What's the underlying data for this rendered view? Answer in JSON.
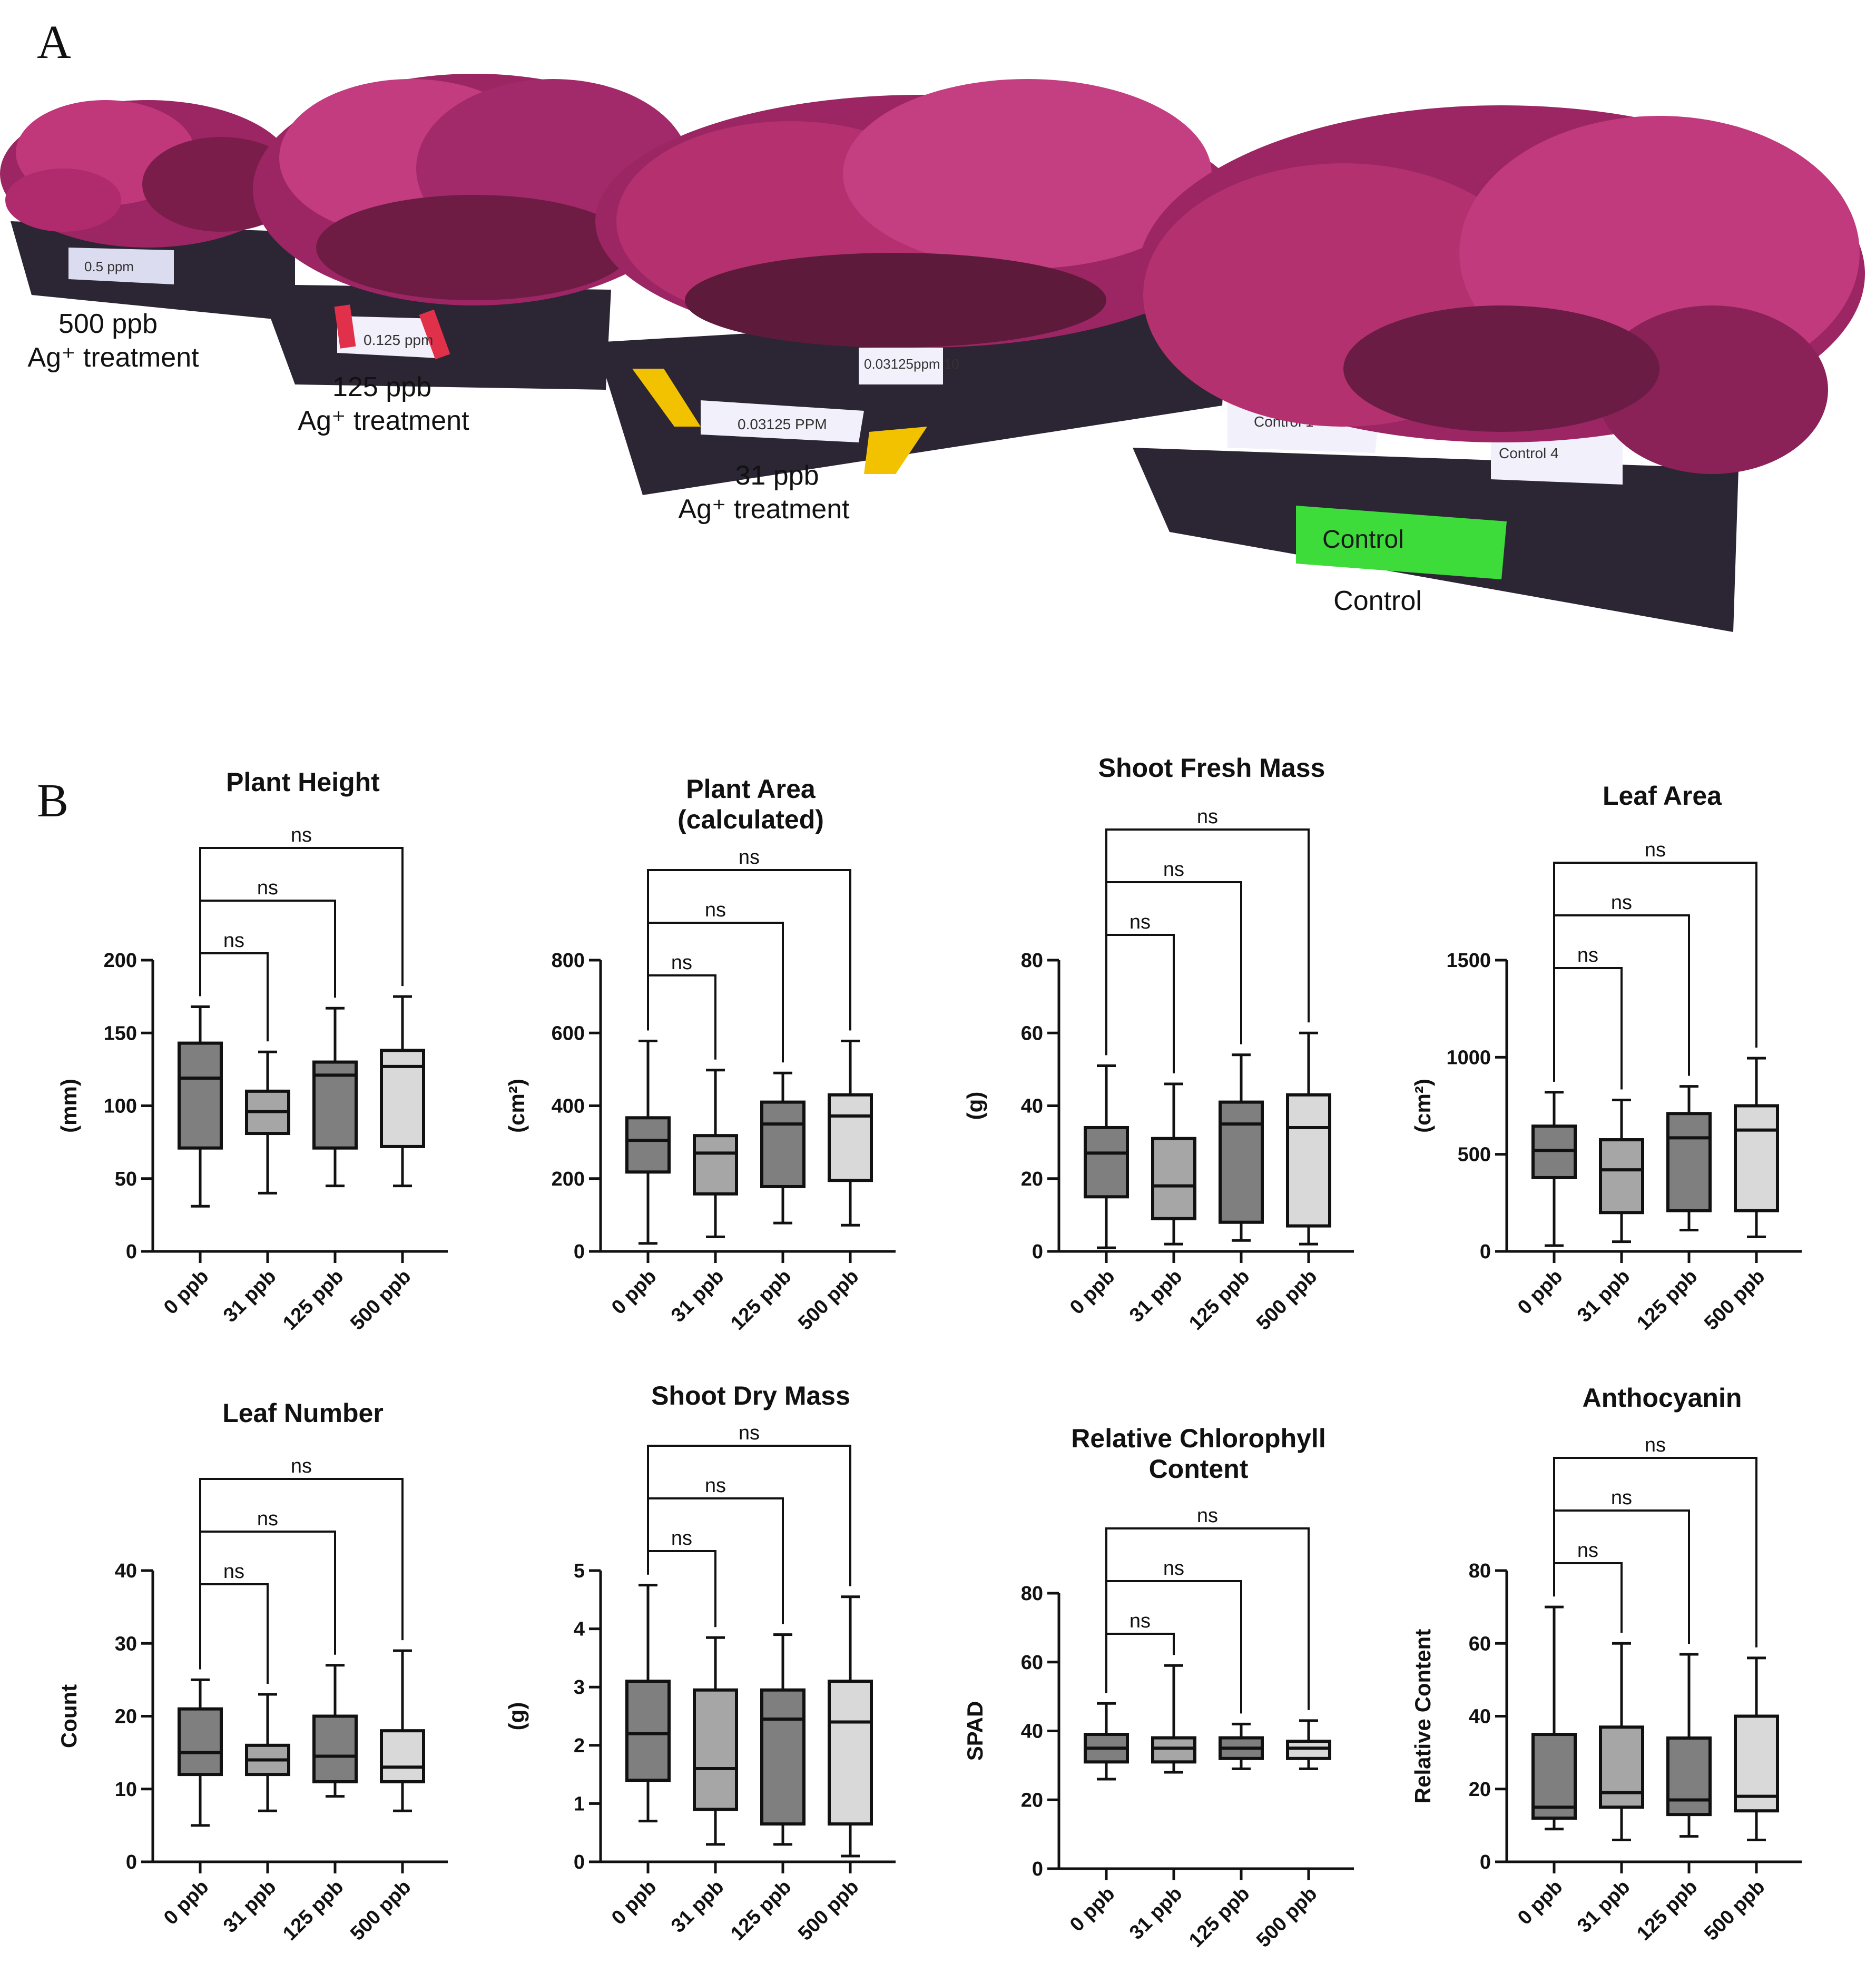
{
  "panel_a": {
    "letter": "A",
    "labels": [
      {
        "line1": "500 ppb",
        "line2": "Ag⁺ treatment"
      },
      {
        "line1": "125 ppb",
        "line2": "Ag⁺ treatment"
      },
      {
        "line1": "31 ppb",
        "line2": "Ag⁺ treatment"
      },
      {
        "line1": "Control",
        "line2": ""
      }
    ],
    "tray_tags": [
      "0.5 ppm",
      "0.125 ppm",
      "0.03125 PPM",
      "0.03125ppm 10",
      "Control 1",
      "Control 4",
      "Control"
    ],
    "colors": {
      "foliage": "#b02a6e",
      "foliage_dark": "#6a1c44",
      "tray": "#2a2433",
      "control_tag": "#3ddc3a",
      "tag_red": "#e0304a",
      "tag_yellow": "#f2c200"
    }
  },
  "panel_b_letter": "B",
  "box_colors": {
    "0 ppb": "#7f7f7f",
    "31 ppb": "#a6a6a6",
    "125 ppb": "#7f7f7f",
    "500 ppb": "#d9d9d9"
  },
  "chart_data": [
    {
      "type": "box",
      "title": "Plant Height",
      "ylabel": "(mm)",
      "ylim": [
        0,
        200
      ],
      "yticks": [
        0,
        50,
        100,
        150,
        200
      ],
      "categories": [
        "0 ppb",
        "31 ppb",
        "125 ppb",
        "500 ppb"
      ],
      "boxes": [
        {
          "min": 31,
          "q1": 71,
          "median": 119,
          "q3": 143,
          "max": 168
        },
        {
          "min": 40,
          "q1": 81,
          "median": 96,
          "q3": 110,
          "max": 137
        },
        {
          "min": 45,
          "q1": 71,
          "median": 121,
          "q3": 130,
          "max": 167
        },
        {
          "min": 45,
          "q1": 72,
          "median": 127,
          "q3": 138,
          "max": 175
        }
      ],
      "comparisons": [
        {
          "to": "31 ppb",
          "label": "ns"
        },
        {
          "to": "125 ppb",
          "label": "ns"
        },
        {
          "to": "500 ppb",
          "label": "ns"
        }
      ]
    },
    {
      "type": "box",
      "title": "Plant Area (calculated)",
      "ylabel": "(cm²)",
      "ylim": [
        0,
        800
      ],
      "yticks": [
        0,
        200,
        400,
        600,
        800
      ],
      "categories": [
        "0 ppb",
        "31 ppb",
        "125 ppb",
        "500 ppb"
      ],
      "boxes": [
        {
          "min": 22,
          "q1": 218,
          "median": 305,
          "q3": 367,
          "max": 578
        },
        {
          "min": 40,
          "q1": 158,
          "median": 270,
          "q3": 318,
          "max": 498
        },
        {
          "min": 78,
          "q1": 178,
          "median": 350,
          "q3": 410,
          "max": 490
        },
        {
          "min": 72,
          "q1": 195,
          "median": 372,
          "q3": 430,
          "max": 578
        }
      ],
      "comparisons": [
        {
          "to": "31 ppb",
          "label": "ns"
        },
        {
          "to": "125 ppb",
          "label": "ns"
        },
        {
          "to": "500 ppb",
          "label": "ns"
        }
      ]
    },
    {
      "type": "box",
      "title": "Shoot Fresh Mass",
      "ylabel": "(g)",
      "ylim": [
        0,
        80
      ],
      "yticks": [
        0,
        20,
        40,
        60,
        80
      ],
      "categories": [
        "0 ppb",
        "31 ppb",
        "125 ppb",
        "500 ppb"
      ],
      "boxes": [
        {
          "min": 1,
          "q1": 15,
          "median": 27,
          "q3": 34,
          "max": 51
        },
        {
          "min": 2,
          "q1": 9,
          "median": 18,
          "q3": 31,
          "max": 46
        },
        {
          "min": 3,
          "q1": 8,
          "median": 35,
          "q3": 41,
          "max": 54
        },
        {
          "min": 2,
          "q1": 7,
          "median": 34,
          "q3": 43,
          "max": 60
        }
      ],
      "comparisons": [
        {
          "to": "31 ppb",
          "label": "ns"
        },
        {
          "to": "125 ppb",
          "label": "ns"
        },
        {
          "to": "500 ppb",
          "label": "ns"
        }
      ]
    },
    {
      "type": "box",
      "title": "Leaf Area",
      "ylabel": "(cm²)",
      "ylim": [
        0,
        1500
      ],
      "yticks": [
        0,
        500,
        1000,
        1500
      ],
      "categories": [
        "0 ppb",
        "31 ppb",
        "125 ppb",
        "500 ppb"
      ],
      "boxes": [
        {
          "min": 30,
          "q1": 380,
          "median": 520,
          "q3": 645,
          "max": 820
        },
        {
          "min": 50,
          "q1": 200,
          "median": 420,
          "q3": 575,
          "max": 780
        },
        {
          "min": 110,
          "q1": 210,
          "median": 585,
          "q3": 710,
          "max": 850
        },
        {
          "min": 75,
          "q1": 210,
          "median": 625,
          "q3": 750,
          "max": 995
        }
      ],
      "comparisons": [
        {
          "to": "31 ppb",
          "label": "ns"
        },
        {
          "to": "125 ppb",
          "label": "ns"
        },
        {
          "to": "500 ppb",
          "label": "ns"
        }
      ]
    },
    {
      "type": "box",
      "title": "Leaf Number",
      "ylabel": "Count",
      "ylim": [
        0,
        40
      ],
      "yticks": [
        0,
        10,
        20,
        30,
        40
      ],
      "categories": [
        "0 ppb",
        "31 ppb",
        "125 ppb",
        "500 ppb"
      ],
      "boxes": [
        {
          "min": 5,
          "q1": 12,
          "median": 15,
          "q3": 21,
          "max": 25
        },
        {
          "min": 7,
          "q1": 12,
          "median": 14,
          "q3": 16,
          "max": 23
        },
        {
          "min": 9,
          "q1": 11,
          "median": 14.5,
          "q3": 20,
          "max": 27
        },
        {
          "min": 7,
          "q1": 11,
          "median": 13,
          "q3": 18,
          "max": 29
        }
      ],
      "comparisons": [
        {
          "to": "31 ppb",
          "label": "ns"
        },
        {
          "to": "125 ppb",
          "label": "ns"
        },
        {
          "to": "500 ppb",
          "label": "ns"
        }
      ]
    },
    {
      "type": "box",
      "title": "Shoot Dry Mass",
      "ylabel": "(g)",
      "ylim": [
        0,
        5
      ],
      "yticks": [
        0,
        1,
        2,
        3,
        4,
        5
      ],
      "categories": [
        "0 ppb",
        "31 ppb",
        "125 ppb",
        "500 ppb"
      ],
      "boxes": [
        {
          "min": 0.7,
          "q1": 1.4,
          "median": 2.2,
          "q3": 3.1,
          "max": 4.75
        },
        {
          "min": 0.3,
          "q1": 0.9,
          "median": 1.6,
          "q3": 2.95,
          "max": 3.85
        },
        {
          "min": 0.3,
          "q1": 0.65,
          "median": 2.45,
          "q3": 2.95,
          "max": 3.9
        },
        {
          "min": 0.1,
          "q1": 0.65,
          "median": 2.4,
          "q3": 3.1,
          "max": 4.55
        }
      ],
      "comparisons": [
        {
          "to": "31 ppb",
          "label": "ns"
        },
        {
          "to": "125 ppb",
          "label": "ns"
        },
        {
          "to": "500 ppb",
          "label": "ns"
        }
      ]
    },
    {
      "type": "box",
      "title": "Relative Chlorophyll Content",
      "ylabel": "SPAD",
      "ylim": [
        0,
        80
      ],
      "yticks": [
        0,
        20,
        40,
        60,
        80
      ],
      "categories": [
        "0 ppb",
        "31 ppb",
        "125 ppb",
        "500 ppb"
      ],
      "boxes": [
        {
          "min": 26,
          "q1": 31,
          "median": 35,
          "q3": 39,
          "max": 48
        },
        {
          "min": 28,
          "q1": 31,
          "median": 35,
          "q3": 38,
          "max": 59
        },
        {
          "min": 29,
          "q1": 32,
          "median": 35,
          "q3": 38,
          "max": 42
        },
        {
          "min": 29,
          "q1": 32,
          "median": 35,
          "q3": 37,
          "max": 43
        }
      ],
      "comparisons": [
        {
          "to": "31 ppb",
          "label": "ns"
        },
        {
          "to": "125 ppb",
          "label": "ns"
        },
        {
          "to": "500 ppb",
          "label": "ns"
        }
      ]
    },
    {
      "type": "box",
      "title": "Anthocyanin",
      "ylabel": "Relative Content",
      "ylim": [
        0,
        80
      ],
      "yticks": [
        0,
        20,
        40,
        60,
        80
      ],
      "categories": [
        "0 ppb",
        "31 ppb",
        "125 ppb",
        "500 ppb"
      ],
      "boxes": [
        {
          "min": 9,
          "q1": 12,
          "median": 15,
          "q3": 35,
          "max": 70
        },
        {
          "min": 6,
          "q1": 15,
          "median": 19,
          "q3": 37,
          "max": 60
        },
        {
          "min": 7,
          "q1": 13,
          "median": 17,
          "q3": 34,
          "max": 57
        },
        {
          "min": 6,
          "q1": 14,
          "median": 18,
          "q3": 40,
          "max": 56
        }
      ],
      "comparisons": [
        {
          "to": "31 ppb",
          "label": "ns"
        },
        {
          "to": "125 ppb",
          "label": "ns"
        },
        {
          "to": "500 ppb",
          "label": "ns"
        }
      ]
    }
  ]
}
